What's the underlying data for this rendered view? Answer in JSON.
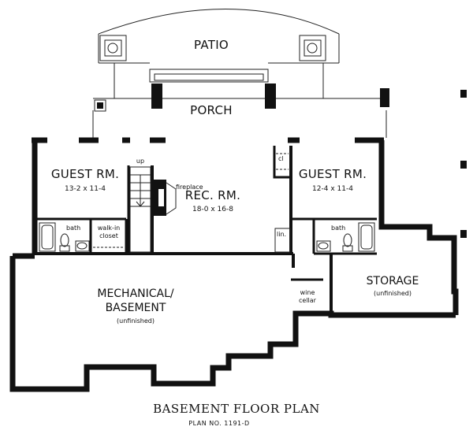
{
  "plan_title": "BASEMENT FLOOR PLAN",
  "plan_number": "PLAN NO. 1191-D",
  "rooms": {
    "patio": {
      "name": "PATIO"
    },
    "porch": {
      "name": "PORCH"
    },
    "guest_left": {
      "name": "GUEST RM.",
      "dims": "13-2 x 11-4"
    },
    "rec_room": {
      "name": "REC. RM.",
      "dims": "18-0 x 16-8"
    },
    "guest_right": {
      "name": "GUEST RM.",
      "dims": "12-4 x 11-4"
    },
    "mechanical": {
      "name_line1": "MECHANICAL/",
      "name_line2": "BASEMENT",
      "note": "(unfinished)"
    },
    "storage": {
      "name": "STORAGE",
      "note": "(unfinished)"
    }
  },
  "small_labels": {
    "up": "up",
    "fireplace": "fireplace",
    "cl": "cl",
    "lin": "lin.",
    "bath_left": "bath",
    "bath_right": "bath",
    "walkin_line1": "walk-in",
    "walkin_line2": "closet",
    "wine_line1": "wine",
    "wine_line2": "cellar"
  }
}
